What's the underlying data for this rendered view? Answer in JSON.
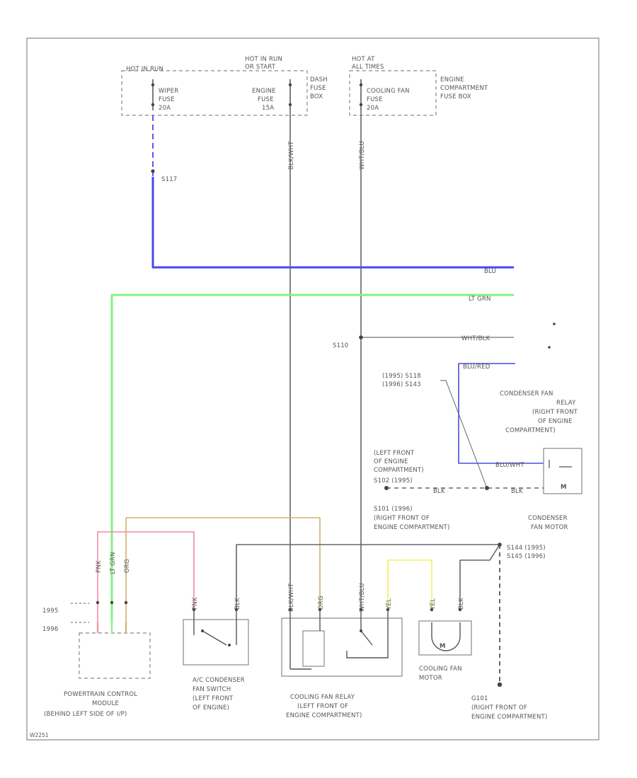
{
  "fuse_boxes": {
    "left_header": "HOT IN RUN",
    "mid_header": [
      "HOT IN RUN",
      "OR START"
    ],
    "right_header": [
      "HOT AT",
      "ALL TIMES"
    ],
    "dash_box_label": [
      "DASH",
      "FUSE",
      "BOX"
    ],
    "engine_box_label": [
      "ENGINE",
      "COMPARTMENT",
      "FUSE BOX"
    ],
    "wiper_fuse": [
      "WIPER",
      "FUSE",
      "20A"
    ],
    "engine_fuse": [
      "ENGINE",
      "FUSE",
      "15A"
    ],
    "fan_fuse": [
      "COOLING FAN",
      "FUSE",
      "20A"
    ]
  },
  "splices": {
    "s117": "S117",
    "s110": "S110",
    "s118_s143": [
      "(1995) S118",
      "(1996) S143"
    ],
    "s144_s145": [
      "S144 (1995)",
      "S145 (1996)"
    ],
    "s101_left": [
      "(LEFT FRONT",
      "OF ENGINE",
      "COMPARTMENT)",
      "S102 (1995)"
    ],
    "s101_right": [
      "S101 (1996)",
      "(RIGHT FRONT OF",
      "ENGINE COMPARTMENT)"
    ]
  },
  "wire_labels": {
    "blu": "BLU",
    "lt_grn": "LT GRN",
    "wht_blk": "WHT/BLK",
    "blu_red": "BLU/RED",
    "blu_wht": "BLU/WHT",
    "blk_left": "BLK",
    "blk_right": "BLK",
    "blk_wht_a": "BLK/WHT",
    "blk_wht_b": "BLK/WHT",
    "wht_blu_a": "WHT/BLU",
    "wht_blu_b": "WHT/BLU",
    "pnk": "PNK",
    "lt_grn_v": "LT GRN",
    "org": "ORG",
    "pnk2": "PNK",
    "blk2": "BLK",
    "org2": "ORG",
    "yel_a": "YEL",
    "yel_b": "YEL",
    "blk3": "BLK"
  },
  "components": {
    "pcm": [
      "POWERTRAIN CONTROL",
      "MODULE",
      "(BEHIND LEFT SIDE OF I/P)"
    ],
    "ac_switch": [
      "A/C CONDENSER",
      "FAN SWITCH",
      "(LEFT FRONT",
      "OF ENGINE)"
    ],
    "fan_relay": [
      "COOLING FAN RELAY",
      "(LEFT FRONT OF",
      "ENGINE COMPARTMENT)"
    ],
    "fan_motor": [
      "COOLING FAN",
      "MOTOR"
    ],
    "cond_relay": [
      "CONDENSER FAN",
      "RELAY",
      "(RIGHT FRONT",
      "OF ENGINE",
      "COMPARTMENT)"
    ],
    "cond_motor": [
      "CONDENSER",
      "FAN MOTOR"
    ],
    "g101": [
      "G101",
      "(RIGHT FRONT OF",
      "ENGINE COMPARTMENT)"
    ],
    "years": [
      "1995",
      "1996"
    ],
    "motor_symbol": "M"
  },
  "footer_code": "W2251"
}
